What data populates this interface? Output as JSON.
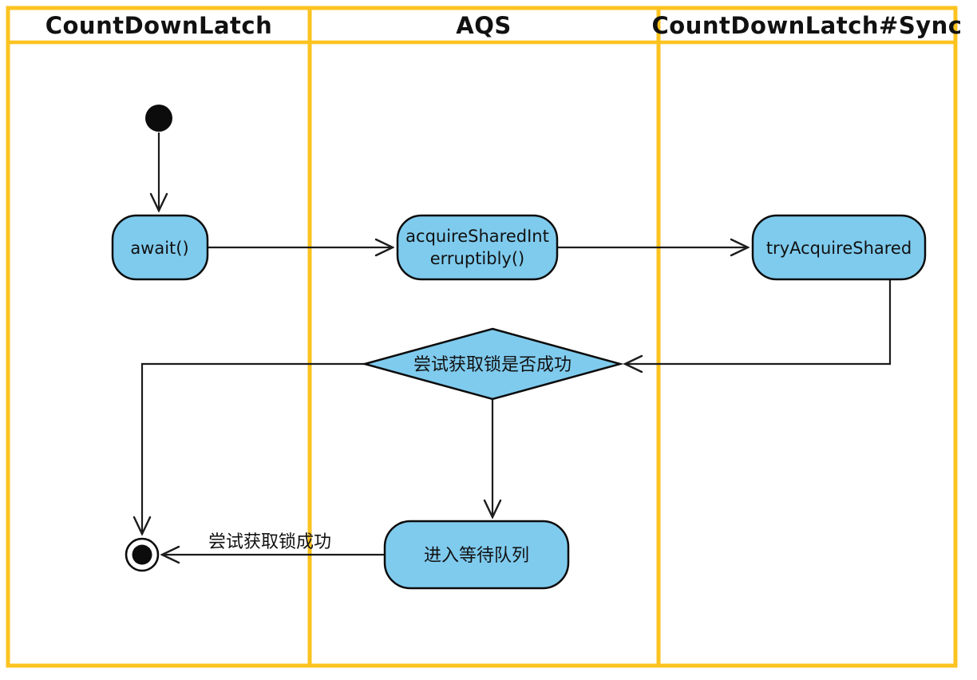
{
  "colors": {
    "lane-border": "#FCC320",
    "node-fill": "#7FCBEE",
    "node-stroke": "#0c0c0c",
    "edge-color": "#1c1c1c",
    "text-color": "#111111",
    "background": "#ffffff"
  },
  "diagram": {
    "type": "activity-swimlane",
    "lanes": [
      {
        "label": "CountDownLatch"
      },
      {
        "label": "AQS"
      },
      {
        "label": "CountDownLatch#Sync"
      }
    ],
    "nodes": {
      "await": {
        "label": "await()"
      },
      "acquire_shared": {
        "line1": "acquireSharedInt",
        "line2": "erruptibly()"
      },
      "try_acquire_shared": {
        "label": "tryAcquireShared"
      },
      "decision": {
        "label": "尝试获取锁是否成功"
      },
      "enter_wait_queue": {
        "label": "进入等待队列"
      }
    },
    "edge_labels": {
      "acquire_success": "尝试获取锁成功"
    }
  }
}
